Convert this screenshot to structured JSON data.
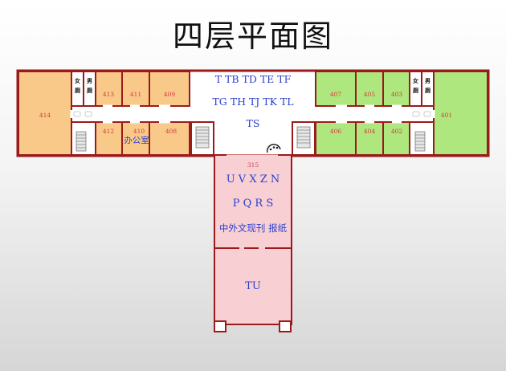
{
  "title": "四层平面图",
  "colors": {
    "wall": "#9b1b1b",
    "orange": "#f9c98a",
    "green": "#aee77e",
    "pink": "#f8cfd3",
    "room_number": "#d23c3c",
    "label_blue": "#2a3fd0",
    "corridor": "#ffffff"
  },
  "rooms": {
    "r414": "414",
    "r413": "413",
    "r411": "411",
    "r409": "409",
    "r412": "412",
    "r410": "410",
    "r408": "408",
    "r407": "407",
    "r405": "405",
    "r403": "403",
    "r406": "406",
    "r404": "404",
    "r402": "402",
    "r401": "401",
    "r315": "315"
  },
  "office_label": "办公室",
  "restrooms": {
    "left_female": [
      "女",
      "厕"
    ],
    "left_male": [
      "男",
      "厕"
    ],
    "right_female": [
      "女",
      "厕"
    ],
    "right_male": [
      "男",
      "厕"
    ]
  },
  "hall_labels": {
    "line1": "T TB TD TE TF",
    "line2": "TG TH TJ TK TL",
    "line3": "TS"
  },
  "wing_labels": {
    "line1": "U V X Z N",
    "line2": "P Q R S",
    "line3": "中外文现刊 报纸",
    "line4": "TU"
  }
}
